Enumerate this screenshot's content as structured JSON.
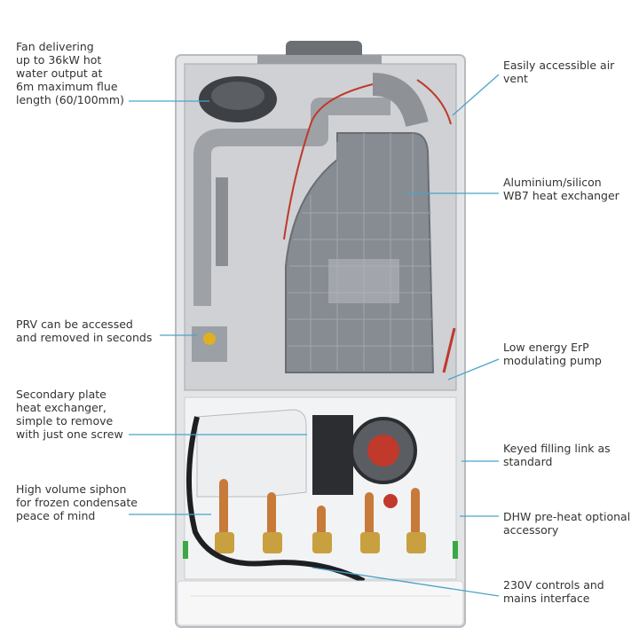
{
  "callouts_left": [
    {
      "id": "fan",
      "text": "Fan delivering\nup to 36kW hot\nwater output at\n6m maximum flue\nlength (60/100mm)"
    },
    {
      "id": "prv",
      "text": "PRV can be accessed\nand removed in seconds"
    },
    {
      "id": "secondary-hex",
      "text": "Secondary plate\nheat exchanger,\nsimple to remove\nwith just one screw"
    },
    {
      "id": "siphon",
      "text": "High volume siphon\nfor frozen condensate\npeace of mind"
    }
  ],
  "callouts_right": [
    {
      "id": "air-vent",
      "text": "Easily accessible air\nvent"
    },
    {
      "id": "heat-exchanger",
      "text": "Aluminium/silicon\nWB7 heat exchanger"
    },
    {
      "id": "pump",
      "text": "Low energy ErP\nmodulating pump"
    },
    {
      "id": "filling-link",
      "text": "Keyed filling link as\nstandard"
    },
    {
      "id": "dhw",
      "text": "DHW pre-heat optional\naccessory"
    },
    {
      "id": "controls",
      "text": "230V controls and\nmains interface"
    }
  ],
  "colors": {
    "leader_line": "#4aa3c8",
    "casing": "#d9dadc",
    "heat_exchanger": "#8c9097",
    "copper": "#c77a3a",
    "pump_red": "#c0392b"
  }
}
